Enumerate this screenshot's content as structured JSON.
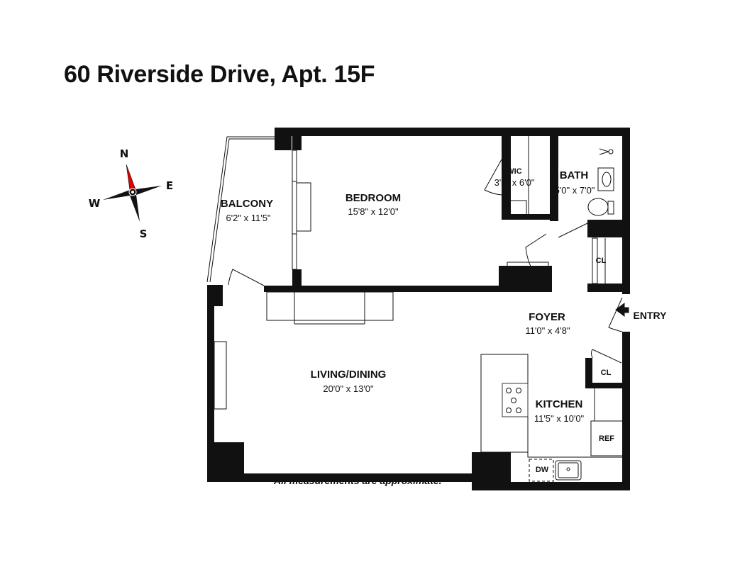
{
  "title": "60 Riverside Drive, Apt. 15F",
  "compass": {
    "n": "N",
    "e": "E",
    "s": "S",
    "w": "W",
    "accent": "#e00000"
  },
  "rooms": {
    "balcony": {
      "name": "BALCONY",
      "dims": "6'2\" x 11'5\""
    },
    "bedroom": {
      "name": "BEDROOM",
      "dims": "15'8\" x 12'0\""
    },
    "wic": {
      "name": "WIC",
      "dims": "3'8\" x 6'0\""
    },
    "bath": {
      "name": "BATH",
      "dims": "5'0\" x 7'0\""
    },
    "cl_upper": {
      "name": "CL"
    },
    "foyer": {
      "name": "FOYER",
      "dims": "11'0\" x 4'8\""
    },
    "cl_lower": {
      "name": "CL"
    },
    "living": {
      "name": "LIVING/DINING",
      "dims": "20'0\" x 13'0\""
    },
    "kitchen": {
      "name": "KITCHEN",
      "dims": "11'5\" x 10'0\""
    },
    "ref": {
      "name": "REF"
    },
    "dw": {
      "name": "DW"
    }
  },
  "entry": "ENTRY",
  "note": "All measurements are approximate."
}
